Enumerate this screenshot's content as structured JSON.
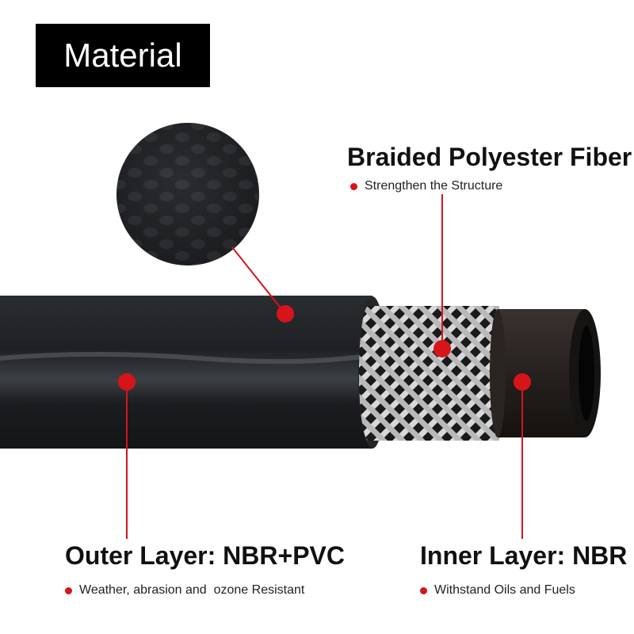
{
  "badge": {
    "label": "Material"
  },
  "accent_color": "#d7141a",
  "layers": {
    "braided": {
      "title": "Braided Polyester Fiber",
      "bullet": "Strengthen the Structure"
    },
    "outer": {
      "title": "Outer Layer: NBR+PVC",
      "bullet": "Weather, abrasion and  ozone Resistant"
    },
    "inner": {
      "title": "Inner Layer: NBR",
      "bullet": "Withstand Oils and Fuels"
    }
  }
}
